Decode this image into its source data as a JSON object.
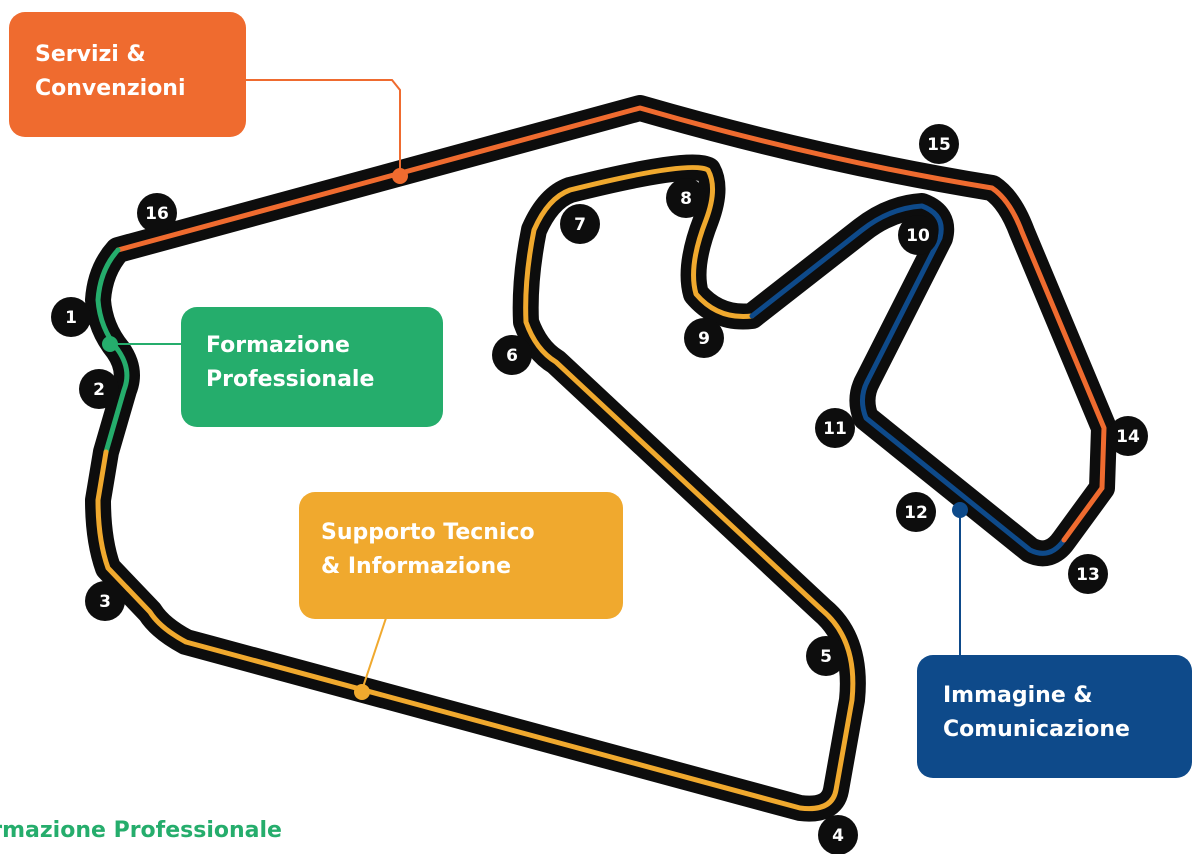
{
  "colors": {
    "orange": "#ef6b2f",
    "green": "#25ad6c",
    "yellow": "#f0a92e",
    "blue": "#0e4a8a",
    "track": "#0d0d0d"
  },
  "categories": {
    "servizi": {
      "line1": "Servizi &",
      "line2": "Convenzioni",
      "color": "orange"
    },
    "formazione": {
      "line1": "Formazione",
      "line2": "Professionale",
      "color": "green"
    },
    "supporto": {
      "line1": "Supporto Tecnico",
      "line2": "& Informazione",
      "color": "yellow"
    },
    "immagine": {
      "line1": "Immagine &",
      "line2": "Comunicazione",
      "color": "blue"
    }
  },
  "turns": [
    "1",
    "2",
    "3",
    "4",
    "5",
    "6",
    "7",
    "8",
    "9",
    "10",
    "11",
    "12",
    "13",
    "14",
    "15",
    "16"
  ],
  "footer": {
    "caption": "Formazione Professionale"
  }
}
